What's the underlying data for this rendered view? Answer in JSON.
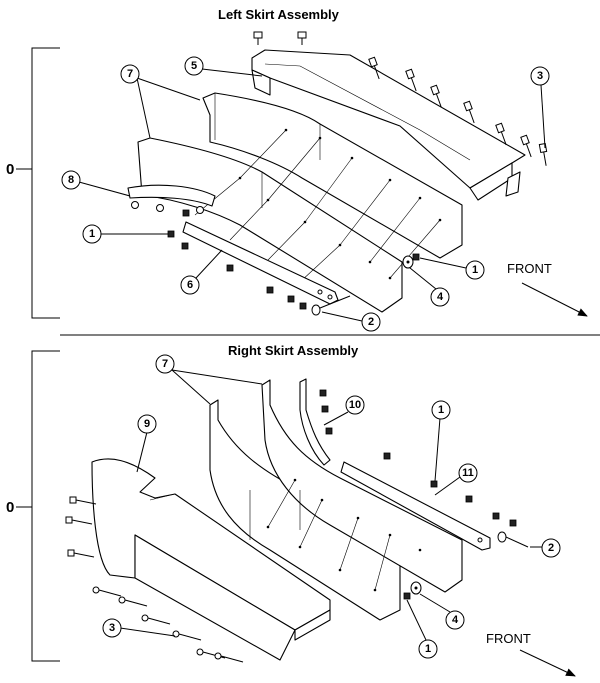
{
  "left_assembly": {
    "title": "Left Skirt Assembly",
    "front_label": "FRONT",
    "level_label": "0",
    "callouts": [
      "7",
      "5",
      "3",
      "8",
      "1",
      "6",
      "4",
      "1",
      "2"
    ]
  },
  "right_assembly": {
    "title": "Right Skirt Assembly",
    "front_label": "FRONT",
    "level_label": "0",
    "callouts": [
      "7",
      "10",
      "9",
      "1",
      "11",
      "2",
      "3",
      "4",
      "1"
    ]
  }
}
